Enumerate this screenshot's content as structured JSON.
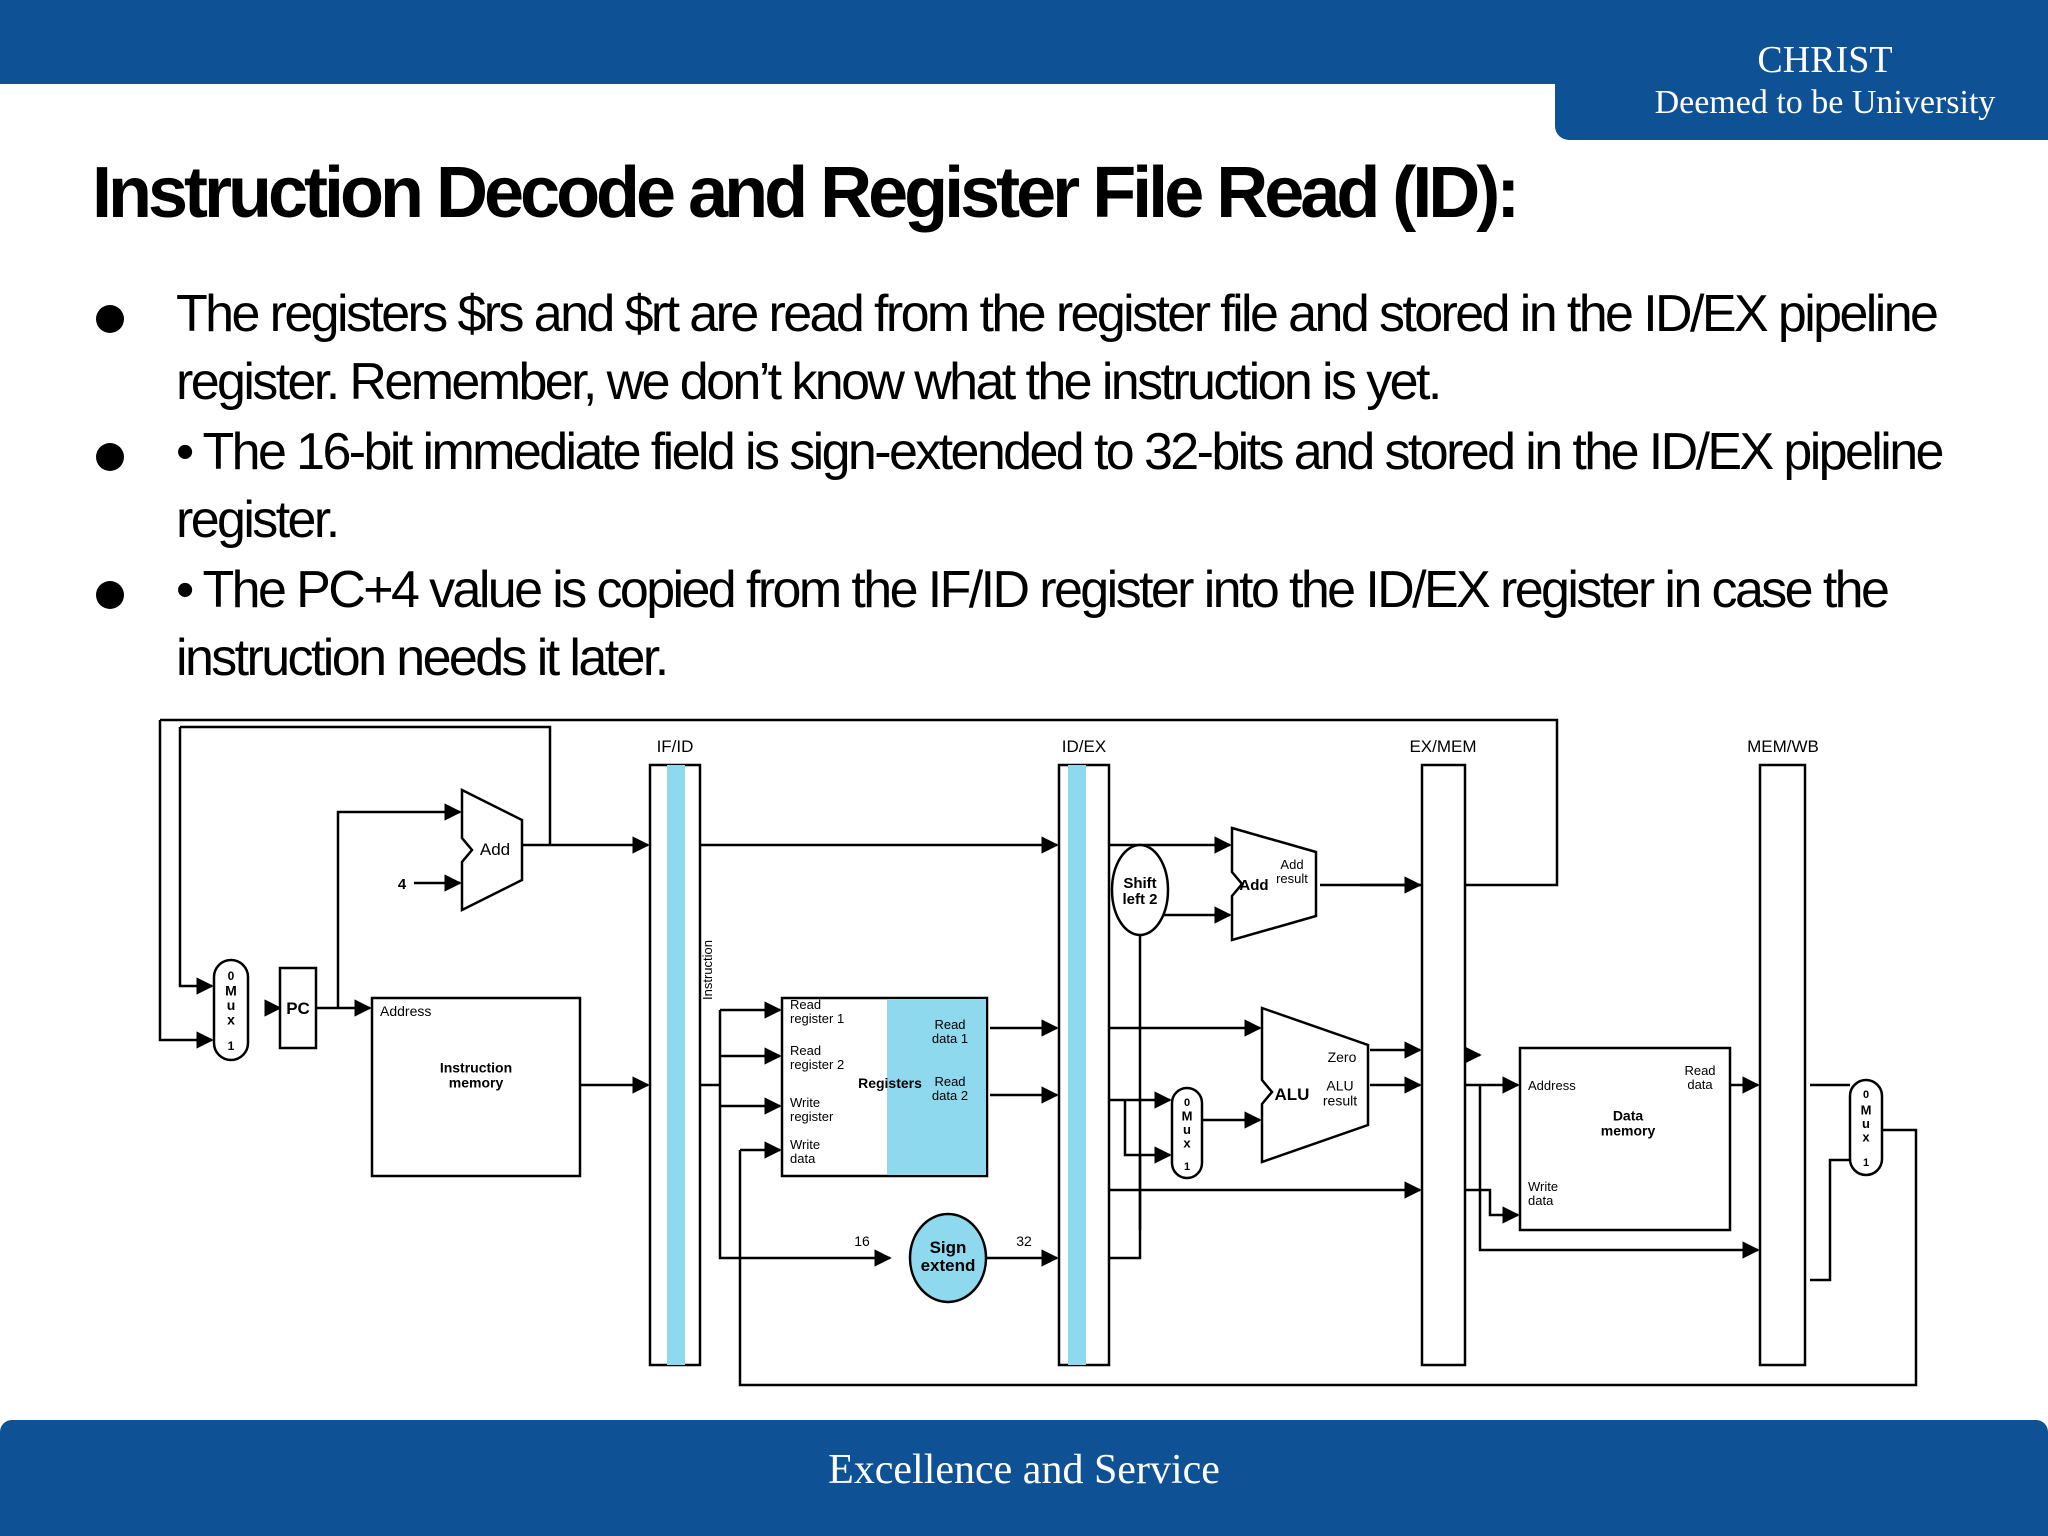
{
  "header": {
    "logo_line1": "CHRIST",
    "logo_line2": "Deemed to be University"
  },
  "title": "Instruction Decode and Register File Read (ID):",
  "bullets": [
    "The registers $rs and $rt are read from the register file and stored in the ID/EX pipeline register. Remember, we don’t know what the instruction is yet.",
    "• The 16-bit immediate field is sign-extended to 32-bits and stored in the ID/EX pipeline register.",
    "• The PC+4 value is copied from the IF/ID register into the ID/EX register in case the instruction needs it later."
  ],
  "diagram": {
    "pipeline_registers": [
      "IF/ID",
      "ID/EX",
      "EX/MEM",
      "MEM/WB"
    ],
    "add_label": "Add",
    "const_four": "4",
    "pc_label": "PC",
    "mux_label": "M\nu\nx",
    "mux_in0": "0",
    "mux_in1": "1",
    "imem_address": "Address",
    "imem_name": "Instruction\nmemory",
    "instruction_label": "Instruction",
    "reg_read1": "Read\nregister 1",
    "reg_read2": "Read\nregister 2",
    "reg_write_reg": "Write\nregister",
    "reg_write_data": "Write\ndata",
    "reg_name": "Registers",
    "reg_data1": "Read\ndata 1",
    "reg_data2": "Read\ndata 2",
    "sign_extend": "Sign\nextend",
    "bits_16": "16",
    "bits_32": "32",
    "shift_left": "Shift\nleft 2",
    "add2_label": "Add",
    "add2_result": "Add\nresult",
    "alu_label": "ALU",
    "alu_zero": "Zero",
    "alu_result": "ALU\nresult",
    "dmem_address": "Address",
    "dmem_read": "Read\ndata",
    "dmem_write": "Write\ndata",
    "dmem_name": "Data\nmemory",
    "highlight_color": "#8fd9ee"
  },
  "footer": "Excellence and Service"
}
